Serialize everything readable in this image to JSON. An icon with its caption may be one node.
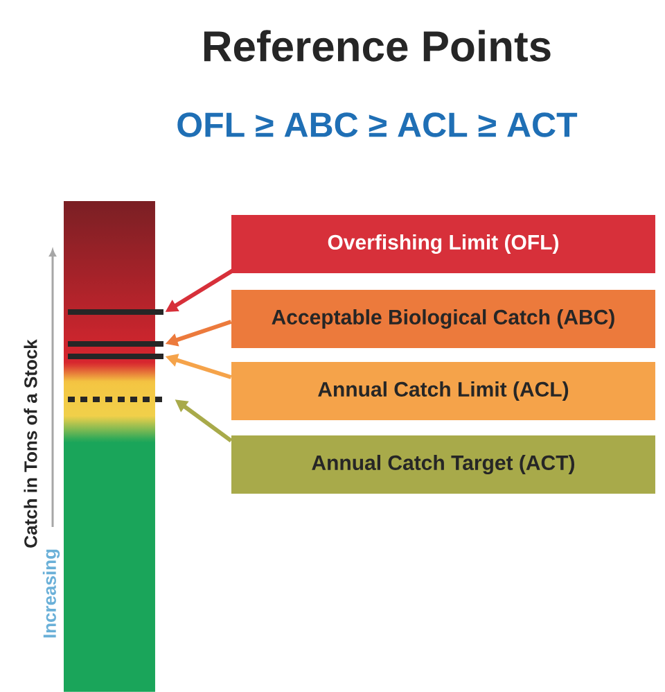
{
  "diagram": {
    "title": "Reference Points",
    "nodes": [
      {
        "text": [
          "Overfishing Limit (OFL)"
        ]
      },
      {
        "text": [
          "Acceptable Biological Catch (ABC)"
        ]
      },
      {
        "text": [
          "Annual Catch Limit  (ACL)"
        ]
      },
      {
        "text": [
          "Annual Catch Target (ACT)"
        ]
      },
      {
        "text": [],
        "shape": "line"
      },
      {
        "text": [],
        "shape": "line"
      },
      {
        "text": [],
        "shape": "line"
      },
      {
        "text": [],
        "shape": "dotted-line"
      }
    ],
    "edges": [
      {
        "from": 0,
        "to": 4,
        "arrow": "to",
        "color": "#d7303a"
      },
      {
        "from": 1,
        "to": 5,
        "arrow": "to",
        "color": "#ec7a3c"
      },
      {
        "from": 2,
        "to": 6,
        "arrow": "to",
        "color": "#f5a34a"
      },
      {
        "from": 3,
        "to": 7,
        "arrow": "to",
        "color": "#a8aa4a"
      }
    ],
    "labels": [
      "OFL ≥ ABC ≥ ACL ≥ ACT",
      "Catch in Tons of a Stock",
      "Increasing"
    ]
  }
}
